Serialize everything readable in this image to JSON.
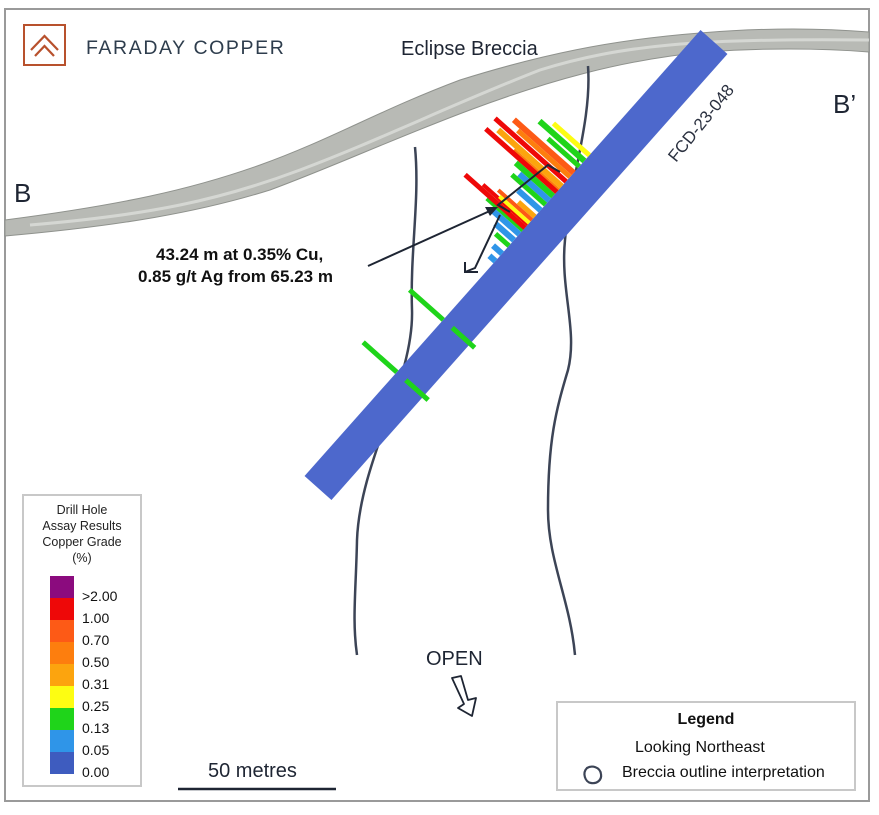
{
  "logo": {
    "name": "FARADAY COPPER",
    "icon": "faraday-mountain-logo-icon"
  },
  "section": {
    "start_label": "B",
    "end_label": "B’",
    "feature_label": "Eclipse Breccia",
    "drill_hole_id": "FCD-23-048",
    "intercept_line1": "43.24 m at 0.35% Cu,",
    "intercept_line2": "0.85 g/t Ag from 65.23 m",
    "open_label": "OPEN",
    "scale_label": "50 metres"
  },
  "grade_legend": {
    "title_lines": [
      "Drill Hole",
      "Assay Results",
      "Copper Grade",
      "(%)"
    ],
    "bins": [
      {
        "label": ">2.00",
        "color": "#8b0b7e"
      },
      {
        "label": "1.00",
        "color": "#ee0808"
      },
      {
        "label": "0.70",
        "color": "#fd5a16"
      },
      {
        "label": "0.50",
        "color": "#fd7e0e"
      },
      {
        "label": "0.31",
        "color": "#fca40e"
      },
      {
        "label": "0.25",
        "color": "#fdfd12"
      },
      {
        "label": "0.13",
        "color": "#1fd41a"
      },
      {
        "label": "0.05",
        "color": "#2f95e8"
      },
      {
        "label": "0.00",
        "color": "#3e5cbf"
      }
    ]
  },
  "legend": {
    "title": "Legend",
    "view": "Looking Northeast",
    "item_label": "Breccia outline interpretation",
    "item_icon": "breccia-outline-icon"
  },
  "colors": {
    "drill_hole": "#4d68cc",
    "breccia_outline": "#3c4456",
    "topography": "#b5b8b3",
    "logo_accent": "#b8512d",
    "logo_text": "#2e3d4d",
    "frame": "#9a9a9a"
  }
}
